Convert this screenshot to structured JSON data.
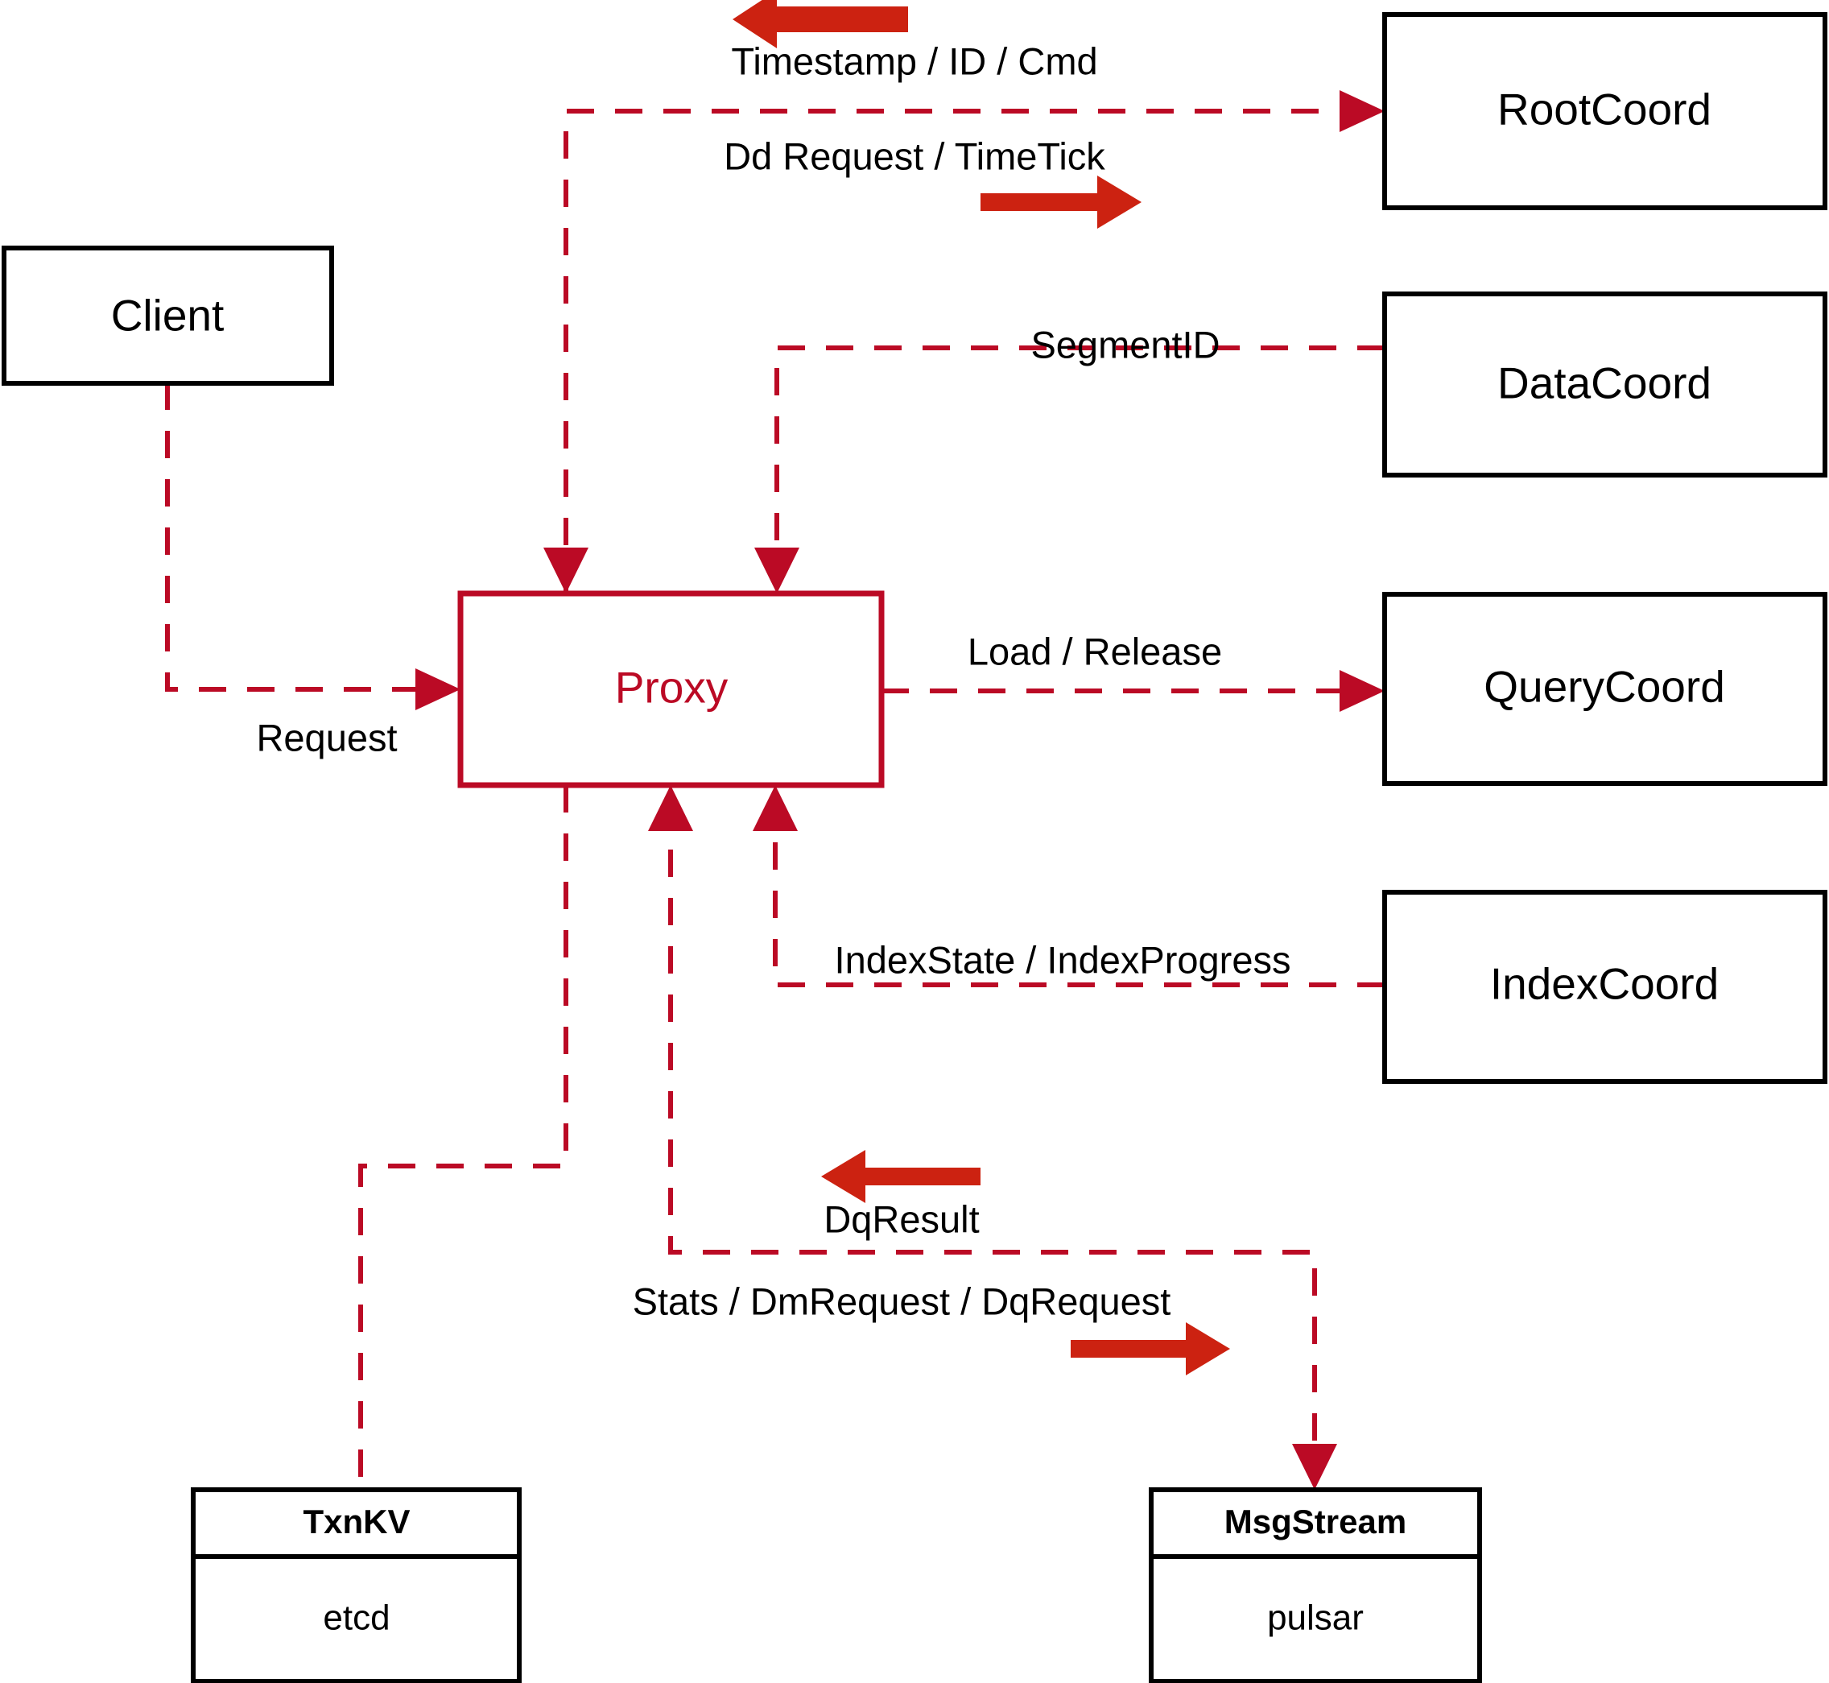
{
  "diagram": {
    "title": "Milvus Proxy component interaction diagram",
    "colors": {
      "accent": "#bb0a25",
      "arrow": "#cc2211",
      "node_border": "#000000",
      "background": "#ffffff"
    },
    "nodes": {
      "client": {
        "label": "Client"
      },
      "proxy": {
        "label": "Proxy"
      },
      "root_coord": {
        "label": "RootCoord"
      },
      "data_coord": {
        "label": "DataCoord"
      },
      "query_coord": {
        "label": "QueryCoord"
      },
      "index_coord": {
        "label": "IndexCoord"
      },
      "txnkv": {
        "label": "TxnKV",
        "impl": "etcd"
      },
      "msgstream": {
        "label": "MsgStream",
        "impl": "pulsar"
      }
    },
    "edges": [
      {
        "id": "timestamp-id-cmd",
        "label": "Timestamp / ID / Cmd",
        "from": "root_coord",
        "to": "proxy",
        "direction": "left"
      },
      {
        "id": "dd-request-timetick",
        "label": "Dd Request / TimeTick",
        "from": "proxy",
        "to": "root_coord",
        "direction": "right"
      },
      {
        "id": "segment-id",
        "label": "SegmentID",
        "from": "data_coord",
        "to": "proxy",
        "direction": "left"
      },
      {
        "id": "request",
        "label": "Request",
        "from": "client",
        "to": "proxy",
        "direction": "right"
      },
      {
        "id": "load-release",
        "label": "Load / Release",
        "from": "proxy",
        "to": "query_coord",
        "direction": "right"
      },
      {
        "id": "index-state-progress",
        "label": "IndexState / IndexProgress",
        "from": "index_coord",
        "to": "proxy",
        "direction": "left"
      },
      {
        "id": "dq-result",
        "label": "DqResult",
        "from": "msgstream",
        "to": "proxy",
        "direction": "left"
      },
      {
        "id": "stats-dm-dq-request",
        "label": "Stats / DmRequest / DqRequest",
        "from": "proxy",
        "to": "msgstream",
        "direction": "right"
      },
      {
        "id": "proxy-txnkv",
        "label": "",
        "from": "proxy",
        "to": "txnkv",
        "direction": "none"
      }
    ]
  }
}
